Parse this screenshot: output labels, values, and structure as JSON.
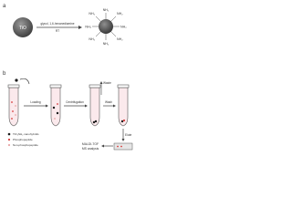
{
  "panel_a": {
    "label": "a",
    "sphere_label": "TiO",
    "reagent": "glycol, 1,6-hexanediamine",
    "condition": "RT",
    "amine_group": "NH₂"
  },
  "panel_b": {
    "label": "b",
    "steps": {
      "loading": "Loading",
      "centrifugation": "Centrifugation",
      "waste": "Waste",
      "wash": "Wash",
      "elute": "Elute",
      "analysis_line1": "MALDI-TOF",
      "analysis_line2": "MS analysis"
    },
    "legend": [
      "TiO₂NH₂ nanohybrids",
      "Phosphopeptide",
      "Non-phosphopeptide"
    ],
    "colors": {
      "nanohybrid": "#1a1a1a",
      "phosphopeptide": "#d63a3a",
      "non_phosphopeptide": "#e8a5a5",
      "tube": "#555555"
    }
  }
}
